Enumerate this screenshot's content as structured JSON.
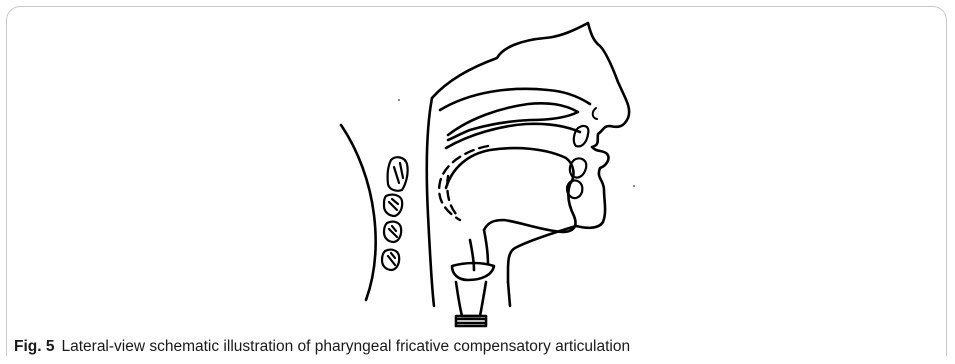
{
  "figure": {
    "label": "Fig. 5",
    "caption": "Lateral-view schematic illustration of pharyngeal fricative compensatory articulation",
    "illustration_icon": "head-and-neck-sagittal-section-drawing",
    "line_color": "#000000",
    "frame_color": "#c9c9c9"
  }
}
